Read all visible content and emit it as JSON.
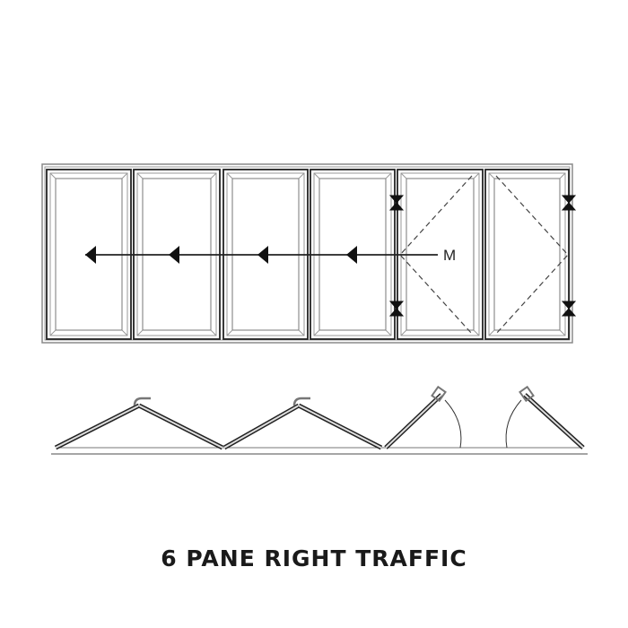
{
  "caption": "6 PANE RIGHT TRAFFIC",
  "elevation": {
    "pane_count": 6,
    "main_door_label": "M",
    "slide_direction": "left"
  },
  "plan": {
    "folding_pairs": 2,
    "swing_panes": 2
  },
  "colors": {
    "line": "#222222",
    "frame_gray": "#8a8a8a"
  }
}
